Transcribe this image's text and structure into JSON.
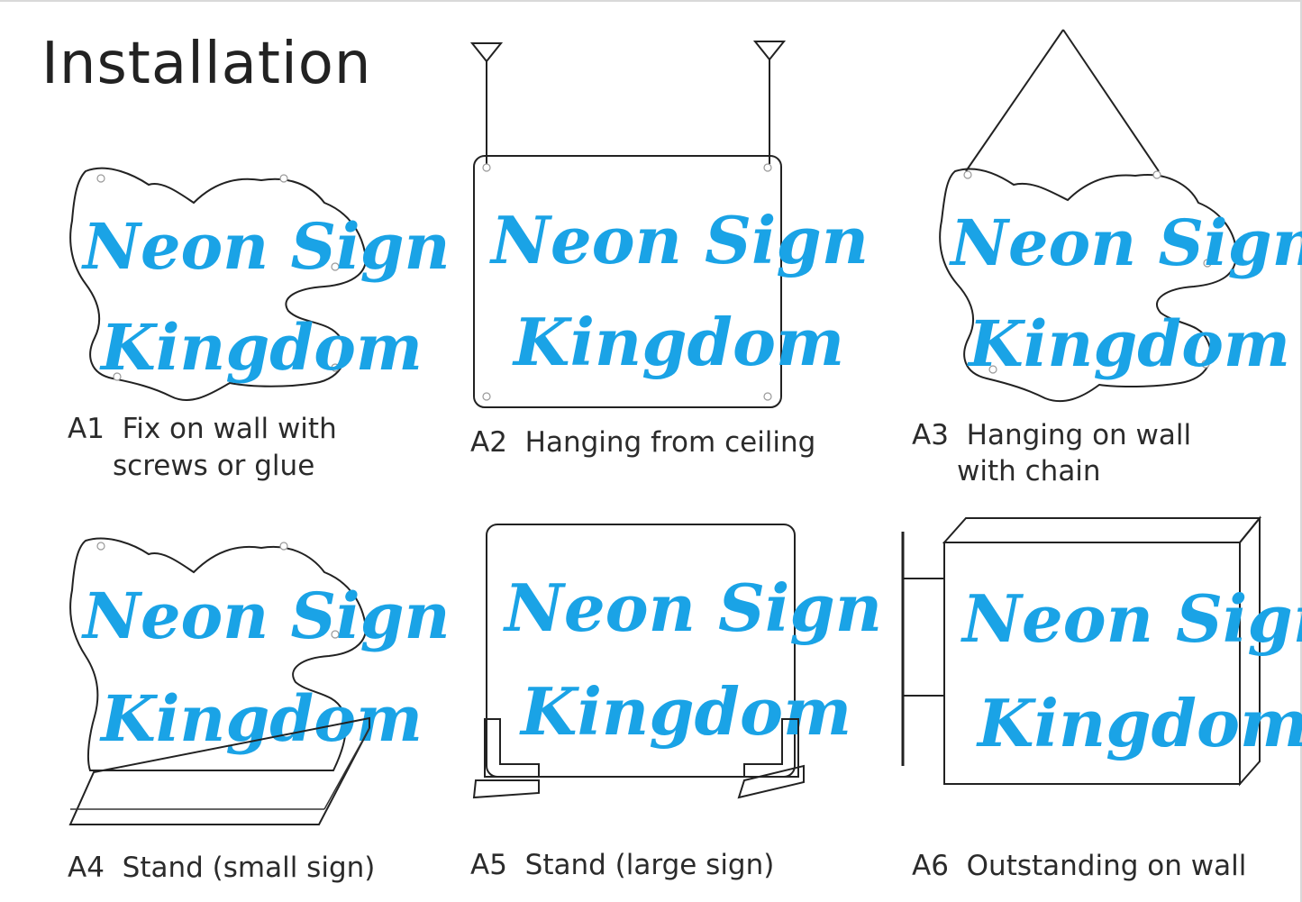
{
  "title": "Installation",
  "sign_text": {
    "line1": "Neon Sign",
    "line2": "Kingdom"
  },
  "colors": {
    "neon": "#1aa3e6",
    "outline": "#222222"
  },
  "panels": [
    {
      "code": "A1",
      "caption_line1": "Fix on wall with",
      "caption_line2": "screws or glue"
    },
    {
      "code": "A2",
      "caption_line1": "Hanging from ceiling",
      "caption_line2": ""
    },
    {
      "code": "A3",
      "caption_line1": "Hanging on wall",
      "caption_line2": "with chain"
    },
    {
      "code": "A4",
      "caption_line1": "Stand (small sign)",
      "caption_line2": ""
    },
    {
      "code": "A5",
      "caption_line1": "Stand (large sign)",
      "caption_line2": ""
    },
    {
      "code": "A6",
      "caption_line1": "Outstanding on wall",
      "caption_line2": ""
    }
  ]
}
